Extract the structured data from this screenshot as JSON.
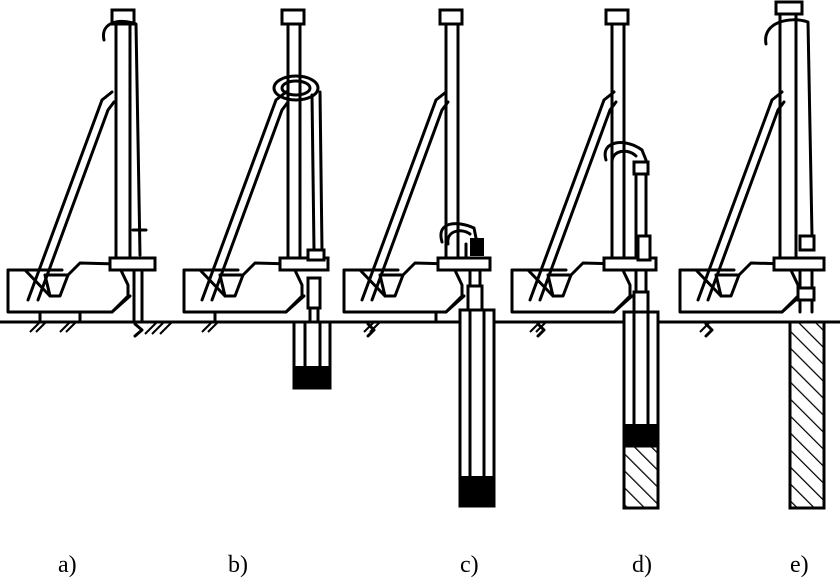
{
  "figure": {
    "panels": [
      {
        "id": "a",
        "label": "a)",
        "stage": "position",
        "bore_depth": 0,
        "hammer_height": 0,
        "concrete_fill": 0
      },
      {
        "id": "b",
        "label": "b)",
        "stage": "drill",
        "bore_depth": 0.3,
        "hammer_height": 0.4,
        "concrete_fill": 0
      },
      {
        "id": "c",
        "label": "c)",
        "stage": "drill-deep",
        "bore_depth": 1.0,
        "hammer_height": 0.85,
        "concrete_fill": 0
      },
      {
        "id": "d",
        "label": "d)",
        "stage": "pour",
        "bore_depth": 1.0,
        "hammer_height": 0.6,
        "concrete_fill": 0.42
      },
      {
        "id": "e",
        "label": "e)",
        "stage": "complete",
        "bore_depth": 1.0,
        "hammer_height": 0,
        "concrete_fill": 1.0
      }
    ]
  }
}
